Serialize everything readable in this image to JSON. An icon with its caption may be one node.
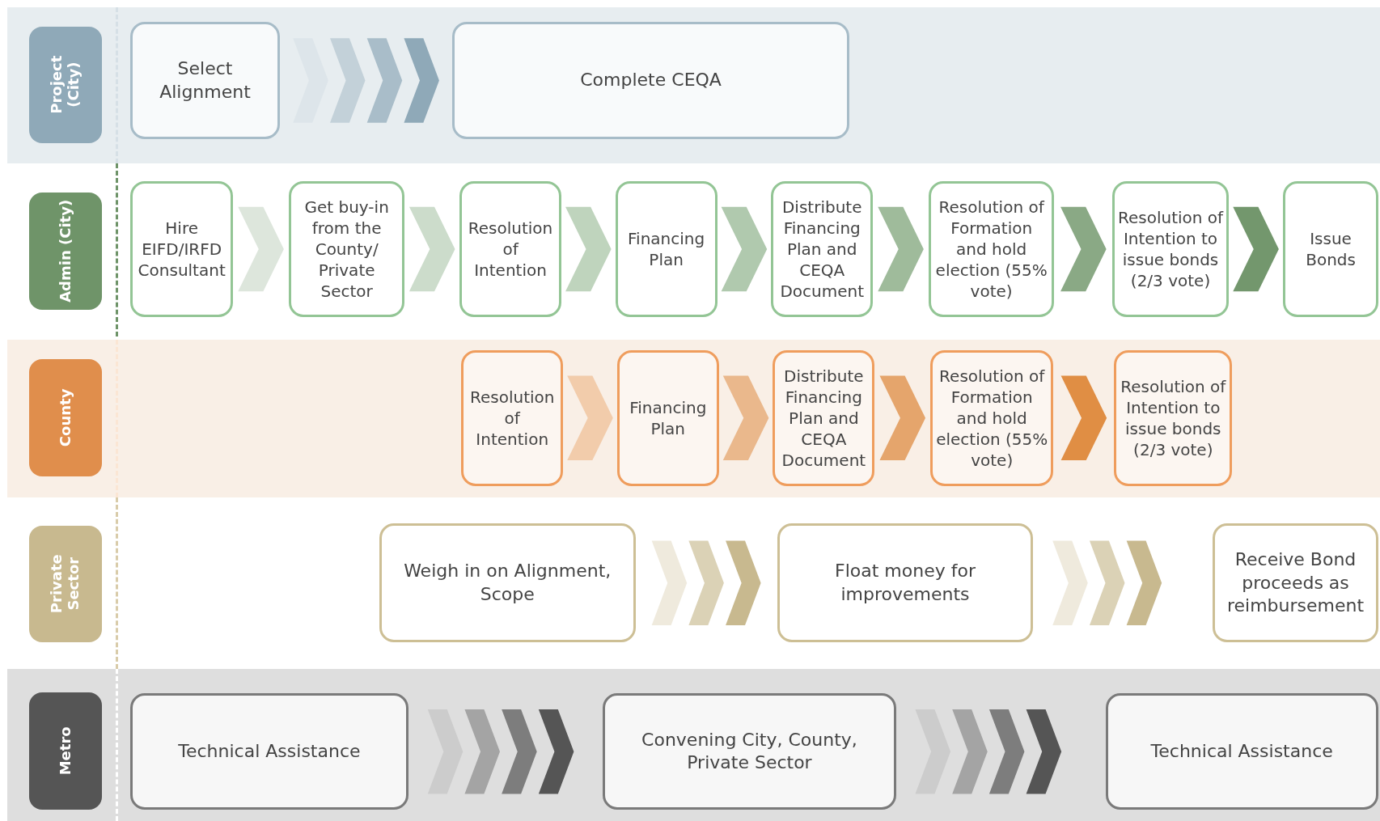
{
  "diagram": {
    "nodes": [
      {
        "text": [
          "Project (City)"
        ]
      },
      {
        "text": [
          "Select Alignment"
        ]
      },
      {
        "text": [
          "Complete CEQA"
        ]
      },
      {
        "text": [
          "Admin (City)"
        ]
      },
      {
        "text": [
          "Hire EIFD/IRFD Consultant"
        ]
      },
      {
        "text": [
          "Get buy-in from the County/ Private Sector"
        ]
      },
      {
        "text": [
          "Resolution of Intention"
        ]
      },
      {
        "text": [
          "Financing Plan"
        ]
      },
      {
        "text": [
          "Distribute Financing Plan and CEQA Document"
        ]
      },
      {
        "text": [
          "Resolution of Formation and hold election (55% vote)"
        ]
      },
      {
        "text": [
          "Resolution of Intention to issue bonds (2/3 vote)"
        ]
      },
      {
        "text": [
          "Issue Bonds"
        ]
      },
      {
        "text": [
          "County"
        ]
      },
      {
        "text": [
          "Resolution of Intention"
        ]
      },
      {
        "text": [
          "Financing Plan"
        ]
      },
      {
        "text": [
          "Distribute Financing Plan and CEQA Document"
        ]
      },
      {
        "text": [
          "Resolution of Formation and hold election (55% vote)"
        ]
      },
      {
        "text": [
          "Resolution of Intention to issue bonds (2/3 vote)"
        ]
      },
      {
        "text": [
          "Private Sector"
        ]
      },
      {
        "text": [
          "Weigh in on Alignment, Scope"
        ]
      },
      {
        "text": [
          "Float money for improvements"
        ]
      },
      {
        "text": [
          "Receive Bond proceeds as reimbursement"
        ]
      },
      {
        "text": [
          "Metro"
        ]
      },
      {
        "text": [
          "Technical Assistance"
        ]
      },
      {
        "text": [
          "Convening City, County, Private Sector"
        ]
      },
      {
        "text": [
          "Technical Assistance"
        ]
      }
    ],
    "edges": [
      {
        "from": 1,
        "to": 2,
        "arrow": "to",
        "color": "#8fa9b8"
      },
      {
        "from": 4,
        "to": 5,
        "arrow": "to",
        "color": "#dde6dc"
      },
      {
        "from": 5,
        "to": 6,
        "arrow": "to",
        "color": "#ccdccb"
      },
      {
        "from": 6,
        "to": 7,
        "arrow": "to",
        "color": "#bfd4bd"
      },
      {
        "from": 7,
        "to": 8,
        "arrow": "to",
        "color": "#b0c9ae"
      },
      {
        "from": 8,
        "to": 9,
        "arrow": "to",
        "color": "#9fbb9b"
      },
      {
        "from": 9,
        "to": 10,
        "arrow": "to",
        "color": "#8aa985"
      },
      {
        "from": 10,
        "to": 11,
        "arrow": "to",
        "color": "#73976d"
      },
      {
        "from": 13,
        "to": 14,
        "arrow": "to",
        "color": "#f2ccab"
      },
      {
        "from": 14,
        "to": 15,
        "arrow": "to",
        "color": "#eab88c"
      },
      {
        "from": 15,
        "to": 16,
        "arrow": "to",
        "color": "#e5a56c"
      },
      {
        "from": 16,
        "to": 17,
        "arrow": "to",
        "color": "#e08e44"
      },
      {
        "from": 19,
        "to": 20,
        "arrow": "to",
        "color": "#c8b98f"
      },
      {
        "from": 20,
        "to": 21,
        "arrow": "to",
        "color": "#c8b98f"
      },
      {
        "from": 23,
        "to": 24,
        "arrow": "to",
        "color": "#555555"
      },
      {
        "from": 24,
        "to": 25,
        "arrow": "to",
        "color": "#555555"
      }
    ]
  }
}
